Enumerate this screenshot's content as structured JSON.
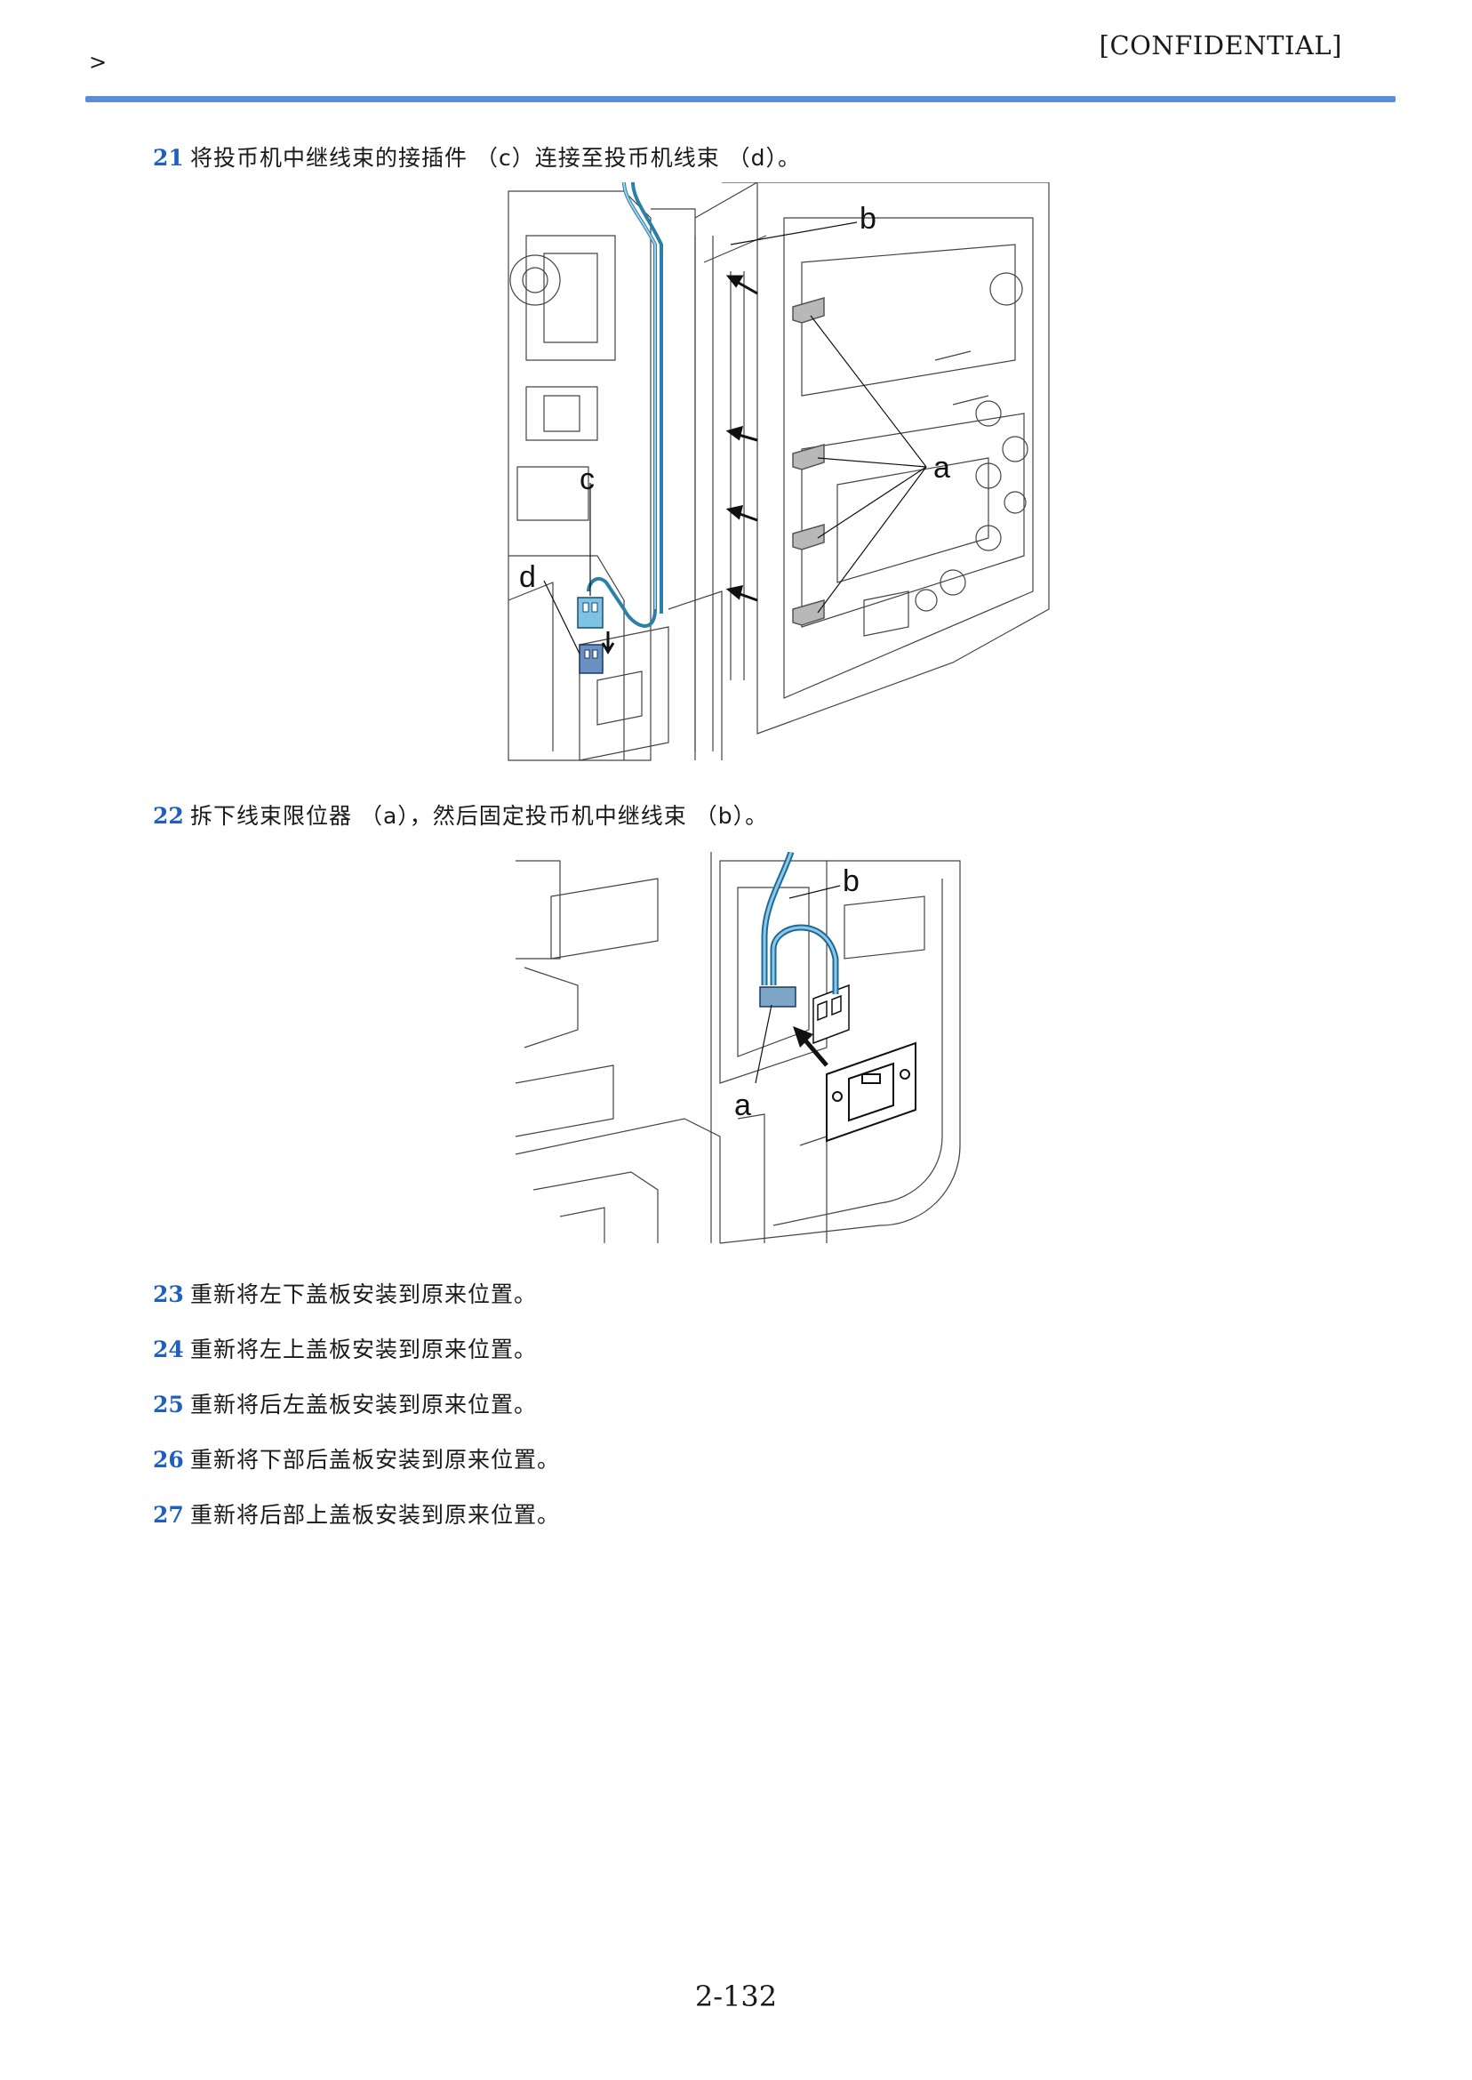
{
  "header": {
    "breadcrumb_mark": ">",
    "confidential": "[CONFIDENTIAL]",
    "accent_color": "#5b8dd9"
  },
  "steps": [
    {
      "num": "21",
      "text": "将投币机中继线束的接插件 （c）连接至投币机线束 （d）。"
    },
    {
      "num": "22",
      "text": "拆下线束限位器 （a），然后固定投币机中继线束 （b）。"
    },
    {
      "num": "23",
      "text": "重新将左下盖板安装到原来位置。"
    },
    {
      "num": "24",
      "text": "重新将左上盖板安装到原来位置。"
    },
    {
      "num": "25",
      "text": "重新将后左盖板安装到原来位置。"
    },
    {
      "num": "26",
      "text": "重新将下部后盖板安装到原来位置。"
    },
    {
      "num": "27",
      "text": "重新将后部上盖板安装到原来位置。"
    }
  ],
  "figure1": {
    "label_a": "a",
    "label_b": "b",
    "label_c": "c",
    "label_d": "d"
  },
  "figure2": {
    "label_a": "a",
    "label_b": "b"
  },
  "footer": {
    "page_number": "2-132"
  }
}
